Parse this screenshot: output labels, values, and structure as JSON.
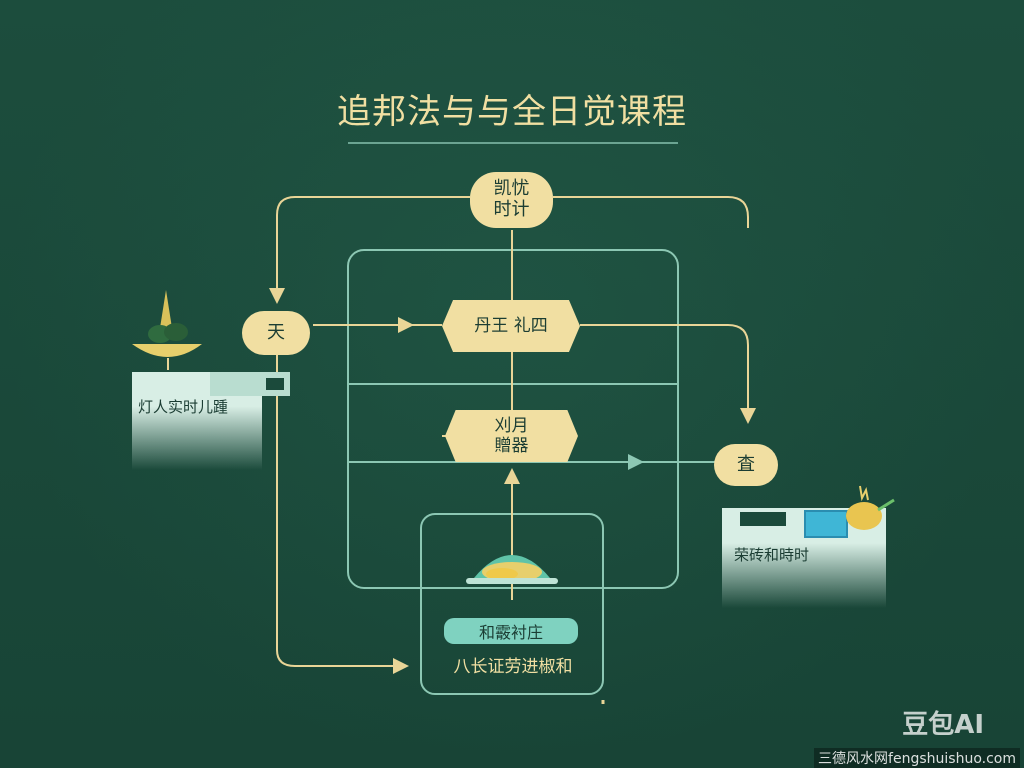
{
  "title": "追邦法与与全日觉课程",
  "nodes": {
    "top": "凯忧\n时计",
    "left": "天",
    "hex_upper": "丹王 礼四",
    "hex_lower": "刈月\n贈器",
    "right": "査"
  },
  "bottom": {
    "pill": "和霰衬庄",
    "caption": "八长证劳进椒和"
  },
  "panels": {
    "left_label": "灯人实时儿踵",
    "right_label": "荣砖和時时"
  },
  "watermark": {
    "logo": "豆包AI",
    "site": "三德风水网fengshuishuo.com"
  },
  "colors": {
    "background": "#1b4a3b",
    "accent": "#f1dfa2",
    "line_teal": "#7fb9a6",
    "pill": "#7fd2c0"
  }
}
